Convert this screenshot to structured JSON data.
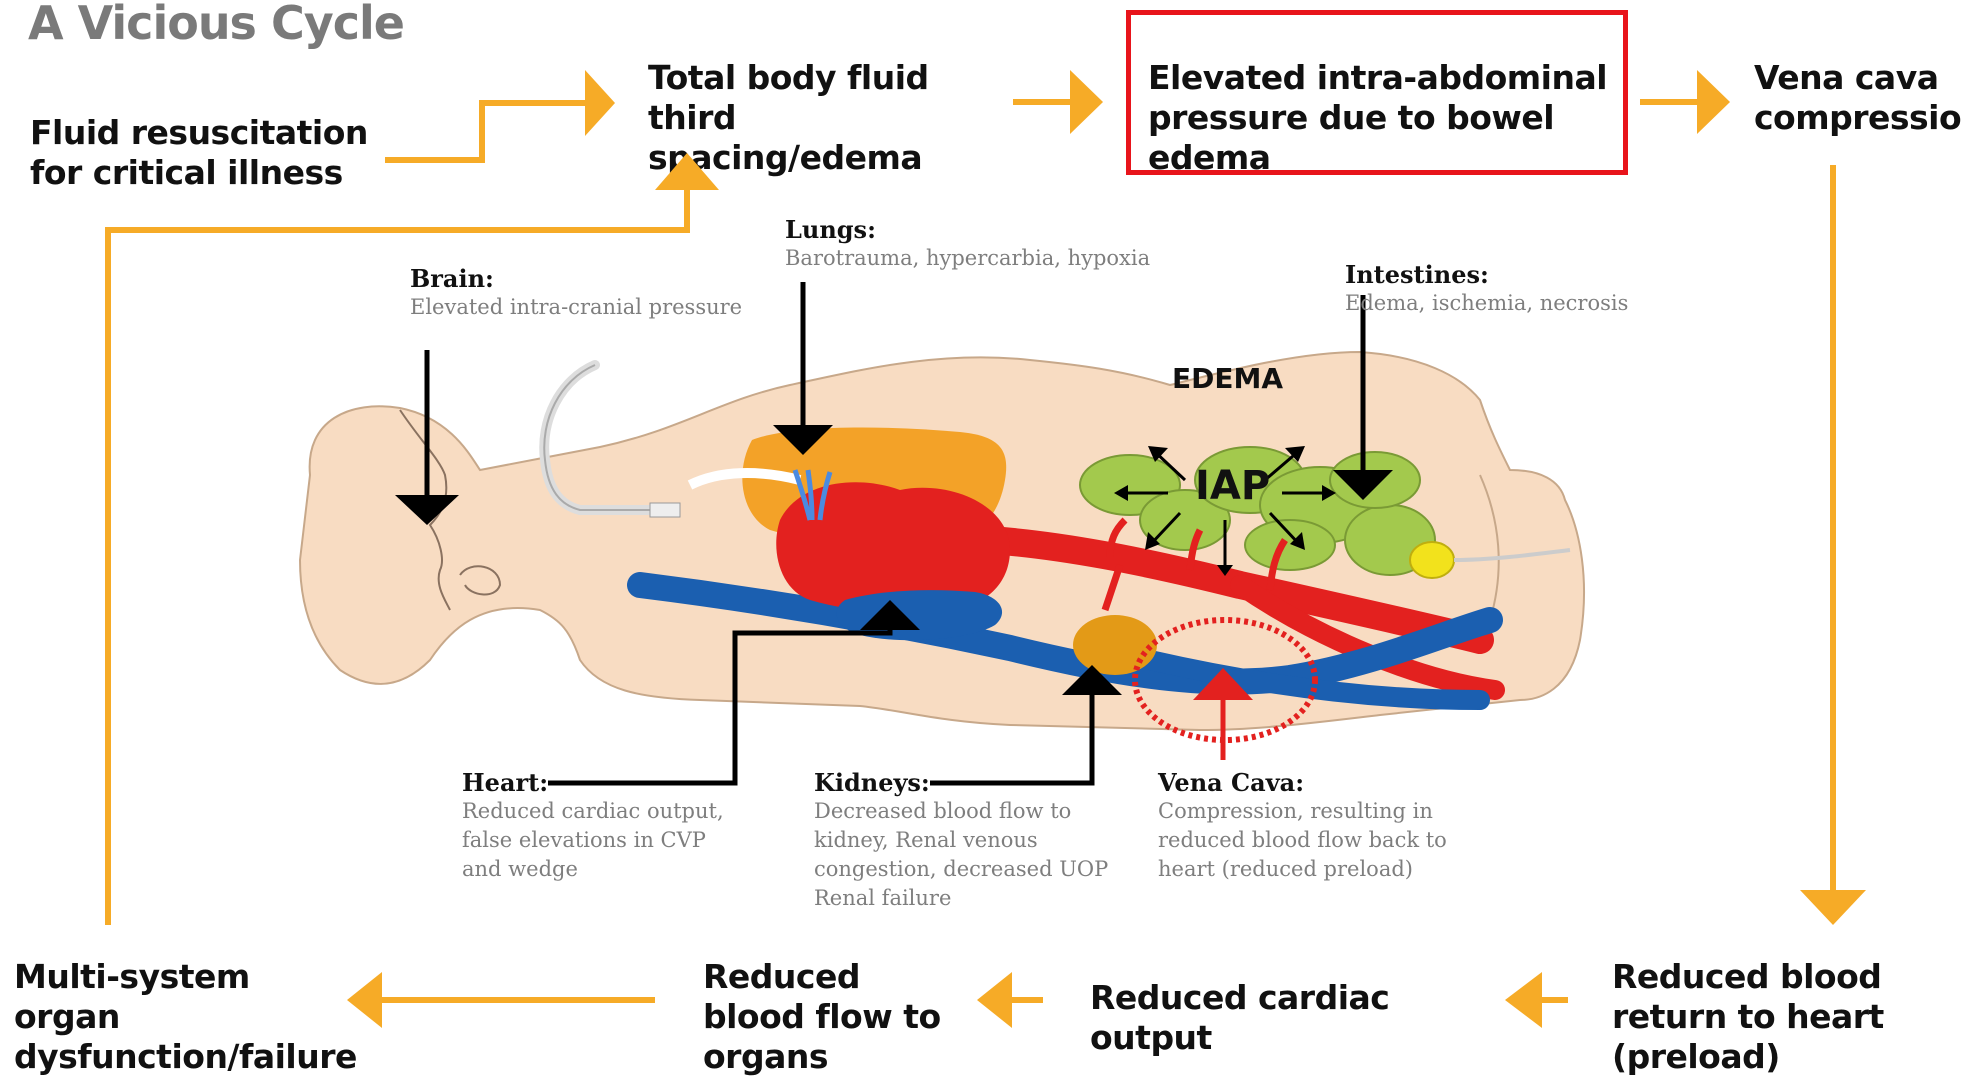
{
  "title": "A Vicious Cycle",
  "flow": {
    "fluid_resuscitation": "Fluid resuscitation for critical illness",
    "third_spacing": "Total body fluid third spacing/edema",
    "elevated_iap": "Elevated intra-abdominal pressure due to bowel edema",
    "vena_cava_compression": "Vena cava compression",
    "reduced_return": "Reduced blood return to heart (preload)",
    "reduced_output": "Reduced cardiac output",
    "reduced_flow": "Reduced blood flow to organs",
    "organ_failure": "Multi-system organ dysfunction/failure"
  },
  "organs": {
    "brain": {
      "label": "Brain:",
      "desc": "Elevated intra-cranial pressure"
    },
    "lungs": {
      "label": "Lungs:",
      "desc": "Barotrauma, hypercarbia, hypoxia"
    },
    "intestines": {
      "label": "Intestines:",
      "desc": "Edema, ischemia, necrosis"
    },
    "heart": {
      "label": "Heart:",
      "desc": "Reduced cardiac output, false elevations in CVP and wedge"
    },
    "kidneys": {
      "label": "Kidneys:",
      "desc": "Decreased blood flow to kidney, Renal venous congestion, decreased UOP Renal failure"
    },
    "vena_cava": {
      "label": "Vena Cava:",
      "desc": "Compression, resulting in reduced blood flow back to heart (reduced preload)"
    }
  },
  "illustration": {
    "edema_label": "EDEMA",
    "iap_label": "IAP"
  },
  "colors": {
    "flow_arrow": "#f6ab27",
    "highlight_box": "#e8141b",
    "artery": "#e3211f",
    "vein": "#1b5fb0",
    "skin": "#f8dcc2",
    "intestine": "#a3c94d",
    "lung": "#f3a228",
    "kidney": "#e39a17"
  }
}
